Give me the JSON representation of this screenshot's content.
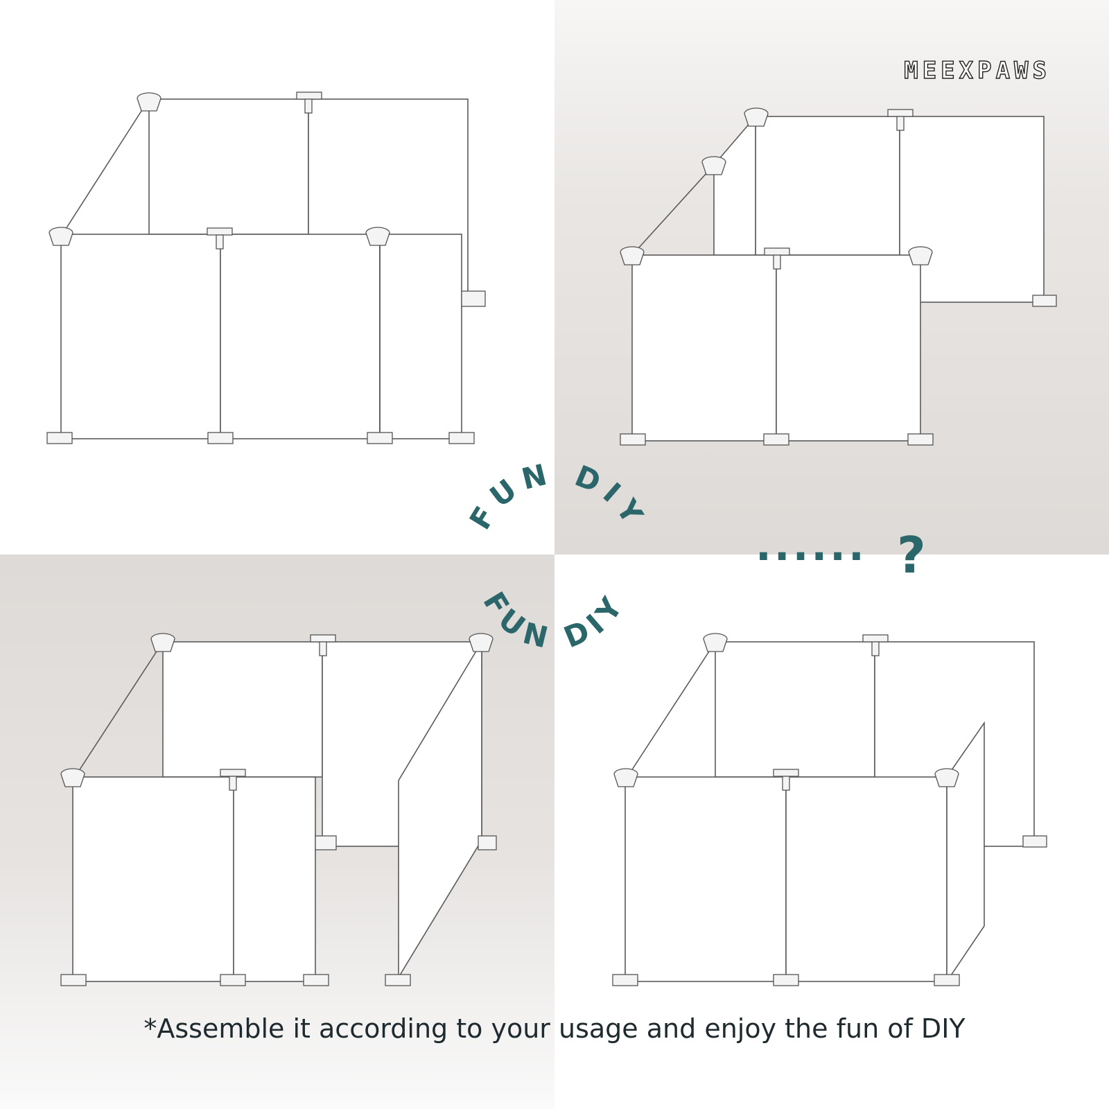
{
  "brand": {
    "name": "MEEXPAWS"
  },
  "badge": {
    "text_top": "FUN DIY",
    "text_bottom": "FUN DIY",
    "dots": "......",
    "question": "?"
  },
  "caption": {
    "text": "*Assemble it according to your usage and enjoy the fun of DIY"
  },
  "colors": {
    "accent": "#2b666a",
    "line": "#5a5a5a",
    "text": "#1f2a2e"
  },
  "illustrations": [
    {
      "name": "layout-l-shape-corner",
      "description_visible": false
    },
    {
      "name": "layout-l-shape-step",
      "description_visible": false
    },
    {
      "name": "layout-open-side-panel",
      "description_visible": false
    },
    {
      "name": "layout-open-right-panel",
      "description_visible": false
    }
  ]
}
